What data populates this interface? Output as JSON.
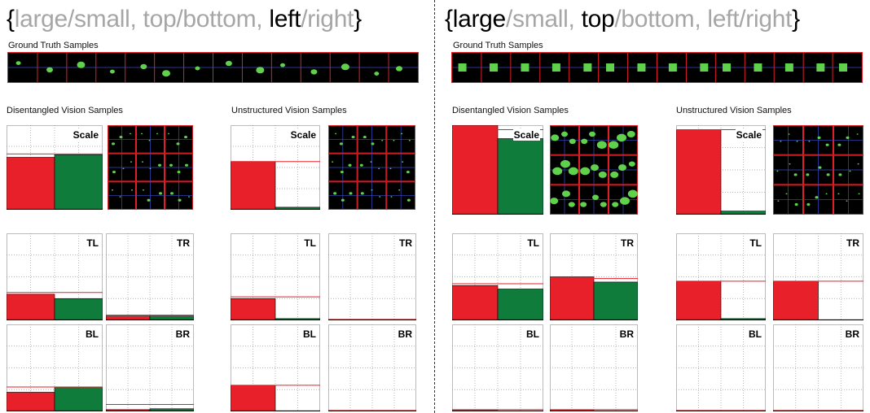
{
  "left": {
    "title_parts": [
      {
        "text": "{",
        "emph": true
      },
      {
        "text": "large/small, top/bottom, ",
        "emph": false
      },
      {
        "text": "left",
        "emph": true
      },
      {
        "text": "/right",
        "emph": false
      },
      {
        "text": "}",
        "emph": true
      }
    ],
    "ground_truth_label": "Ground Truth Samples",
    "disentangled_label": "Disentangled Vision Samples",
    "unstructured_label": "Unstructured Vision Samples",
    "disentangled": {
      "scale": {
        "label": "Scale",
        "red": 0.62,
        "green": 0.65,
        "red_line": 0.66,
        "green_line": 0.66
      },
      "TL": {
        "label": "TL",
        "red": 0.3,
        "green": 0.25,
        "red_line": 0.32,
        "green_line": 0.32
      },
      "TR": {
        "label": "TR",
        "red": 0.05,
        "green": 0.05,
        "red_line": 0.06,
        "green_line": 0.06
      },
      "BL": {
        "label": "BL",
        "red": 0.22,
        "green": 0.28,
        "red_line": 0.28,
        "green_line": 0.28
      },
      "BR": {
        "label": "BR",
        "red": 0.02,
        "green": 0.03,
        "red_line": 0.08,
        "green_line": 0.08
      }
    },
    "unstructured": {
      "scale": {
        "label": "Scale",
        "red": 0.57,
        "green": 0.03,
        "red_line": 0.57,
        "green_line": 0.57
      },
      "TL": {
        "label": "TL",
        "red": 0.25,
        "green": 0.02,
        "red_line": 0.27,
        "green_line": 0.27
      },
      "TR": {
        "label": "TR",
        "red": 0.0,
        "green": 0.0,
        "red_line": 0.01,
        "green_line": 0.01
      },
      "BL": {
        "label": "BL",
        "red": 0.3,
        "green": 0.0,
        "red_line": 0.3,
        "green_line": 0.3
      },
      "BR": {
        "label": "BR",
        "red": 0.0,
        "green": 0.0,
        "red_line": 0.01,
        "green_line": 0.01
      }
    }
  },
  "right": {
    "title_parts": [
      {
        "text": "{",
        "emph": true
      },
      {
        "text": "large",
        "emph": true
      },
      {
        "text": "/small, ",
        "emph": false
      },
      {
        "text": "top",
        "emph": true
      },
      {
        "text": "/bottom, left/right",
        "emph": false
      },
      {
        "text": "}",
        "emph": true
      }
    ],
    "ground_truth_label": "Ground Truth Samples",
    "disentangled_label": "Disentangled Vision Samples",
    "unstructured_label": "Unstructured Vision Samples",
    "disentangled": {
      "scale": {
        "label": "Scale",
        "red": 1.0,
        "green": 0.85,
        "red_line": 0.95,
        "green_line": 0.95
      },
      "TL": {
        "label": "TL",
        "red": 0.4,
        "green": 0.36,
        "red_line": 0.42,
        "green_line": 0.42
      },
      "TR": {
        "label": "TR",
        "red": 0.5,
        "green": 0.44,
        "red_line": 0.48,
        "green_line": 0.48
      },
      "BL": {
        "label": "BL",
        "red": 0.01,
        "green": 0.0,
        "red_line": 0.02,
        "green_line": 0.02
      },
      "BR": {
        "label": "BR",
        "red": 0.02,
        "green": 0.0,
        "red_line": 0.02,
        "green_line": 0.02
      }
    },
    "unstructured": {
      "scale": {
        "label": "Scale",
        "red": 0.95,
        "green": 0.04,
        "red_line": 0.95,
        "green_line": 0.95
      },
      "TL": {
        "label": "TL",
        "red": 0.45,
        "green": 0.02,
        "red_line": 0.45,
        "green_line": 0.45
      },
      "TR": {
        "label": "TR",
        "red": 0.45,
        "green": 0.0,
        "red_line": 0.45,
        "green_line": 0.45
      },
      "BL": {
        "label": "BL",
        "red": 0.01,
        "green": 0.0,
        "red_line": 0.01,
        "green_line": 0.01
      },
      "BR": {
        "label": "BR",
        "red": 0.01,
        "green": 0.0,
        "red_line": 0.01,
        "green_line": 0.01
      }
    }
  },
  "colors": {
    "red": "#e8202a",
    "green": "#0f7c3c",
    "grid_blue": "#3b4cc4",
    "frame_red": "#e11f26",
    "blob_green": "#5fd14a"
  }
}
